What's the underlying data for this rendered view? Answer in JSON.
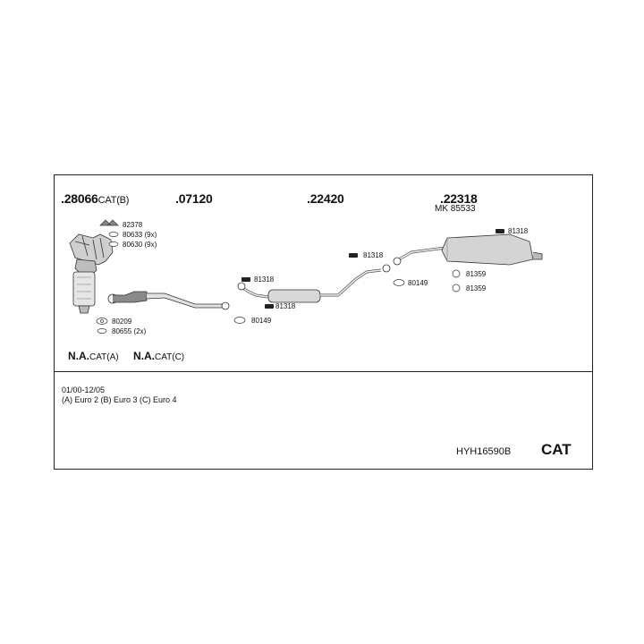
{
  "parts": {
    "main_1": {
      "number": ".28066",
      "suffix": "CAT(B)"
    },
    "main_2": {
      "number": ".07120"
    },
    "main_3": {
      "number": ".22420"
    },
    "main_4": {
      "number": ".22318",
      "sub": "MK 85533"
    }
  },
  "small_parts": {
    "p82378": "82378",
    "p80633": "80633 (9x)",
    "p80630": "80630 (9x)",
    "p80209": "80209",
    "p80655": "80655 (2x)",
    "p81318_a": "81318",
    "p81318_b": "81318",
    "p80149_a": "80149",
    "p81318_c": "81318",
    "p80149_b": "80149",
    "p81318_d": "81318",
    "p81359_a": "81359",
    "p81359_b": "81359"
  },
  "variants": {
    "a": {
      "strong": "N.A.",
      "light": "CAT(A)"
    },
    "c": {
      "strong": "N.A.",
      "light": "CAT(C)"
    }
  },
  "info": {
    "date_range": "01/00-12/05",
    "emissions": "(A) Euro 2 (B) Euro 3 (C) Euro 4"
  },
  "footer": {
    "code": "HYH16590B",
    "cat_label": "CAT"
  }
}
